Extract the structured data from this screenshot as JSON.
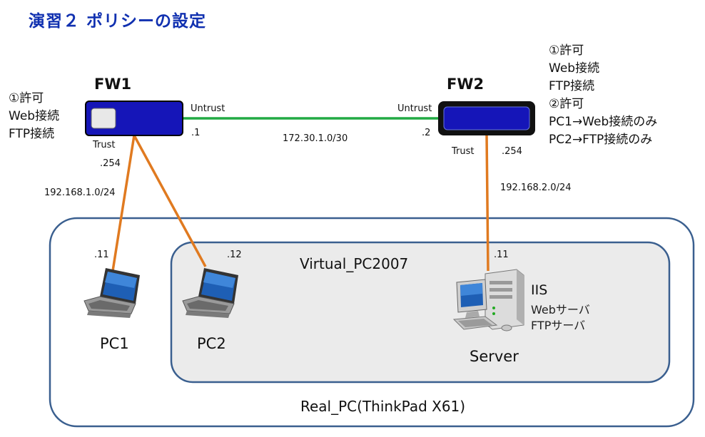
{
  "title": "演習２ ポリシーの設定",
  "devices": {
    "fw1": {
      "label": "FW1"
    },
    "fw2": {
      "label": "FW2"
    },
    "pc1": {
      "label": "PC1"
    },
    "pc2": {
      "label": "PC2"
    },
    "server": {
      "label": "Server",
      "name": "IIS",
      "services": [
        "Webサーバ",
        "FTPサーバ"
      ]
    }
  },
  "links": {
    "fw1_untrust": "Untrust",
    "fw1_untrust_ip": ".1",
    "fw2_untrust": "Untrust",
    "fw2_untrust_ip": ".2",
    "wan_subnet": "172.30.1.0/30",
    "fw1_trust": "Trust",
    "fw1_trust_ip": ".254",
    "lan1_subnet": "192.168.1.0/24",
    "fw2_trust": "Trust",
    "fw2_trust_ip": ".254",
    "lan2_subnet": "192.168.2.0/24",
    "pc1_ip": ".11",
    "pc2_ip": ".12",
    "server_ip": ".11"
  },
  "hosts": {
    "virtual": "Virtual_PC2007",
    "real": "Real_PC(ThinkPad X61)"
  },
  "policies": {
    "fw1": [
      "①許可",
      "Web接続",
      "FTP接続"
    ],
    "fw2": [
      "①許可",
      "Web接続",
      "FTP接続",
      "②許可",
      "PC1→Web接続のみ",
      "PC2→FTP接続のみ"
    ]
  },
  "colors": {
    "title": "#1030b0",
    "fw_fill": "#1515b8",
    "wan_link": "#22aa44",
    "lan_link": "#e07a20",
    "host_border": "#3a5f8f",
    "virtual_fill": "#ebebeb"
  }
}
